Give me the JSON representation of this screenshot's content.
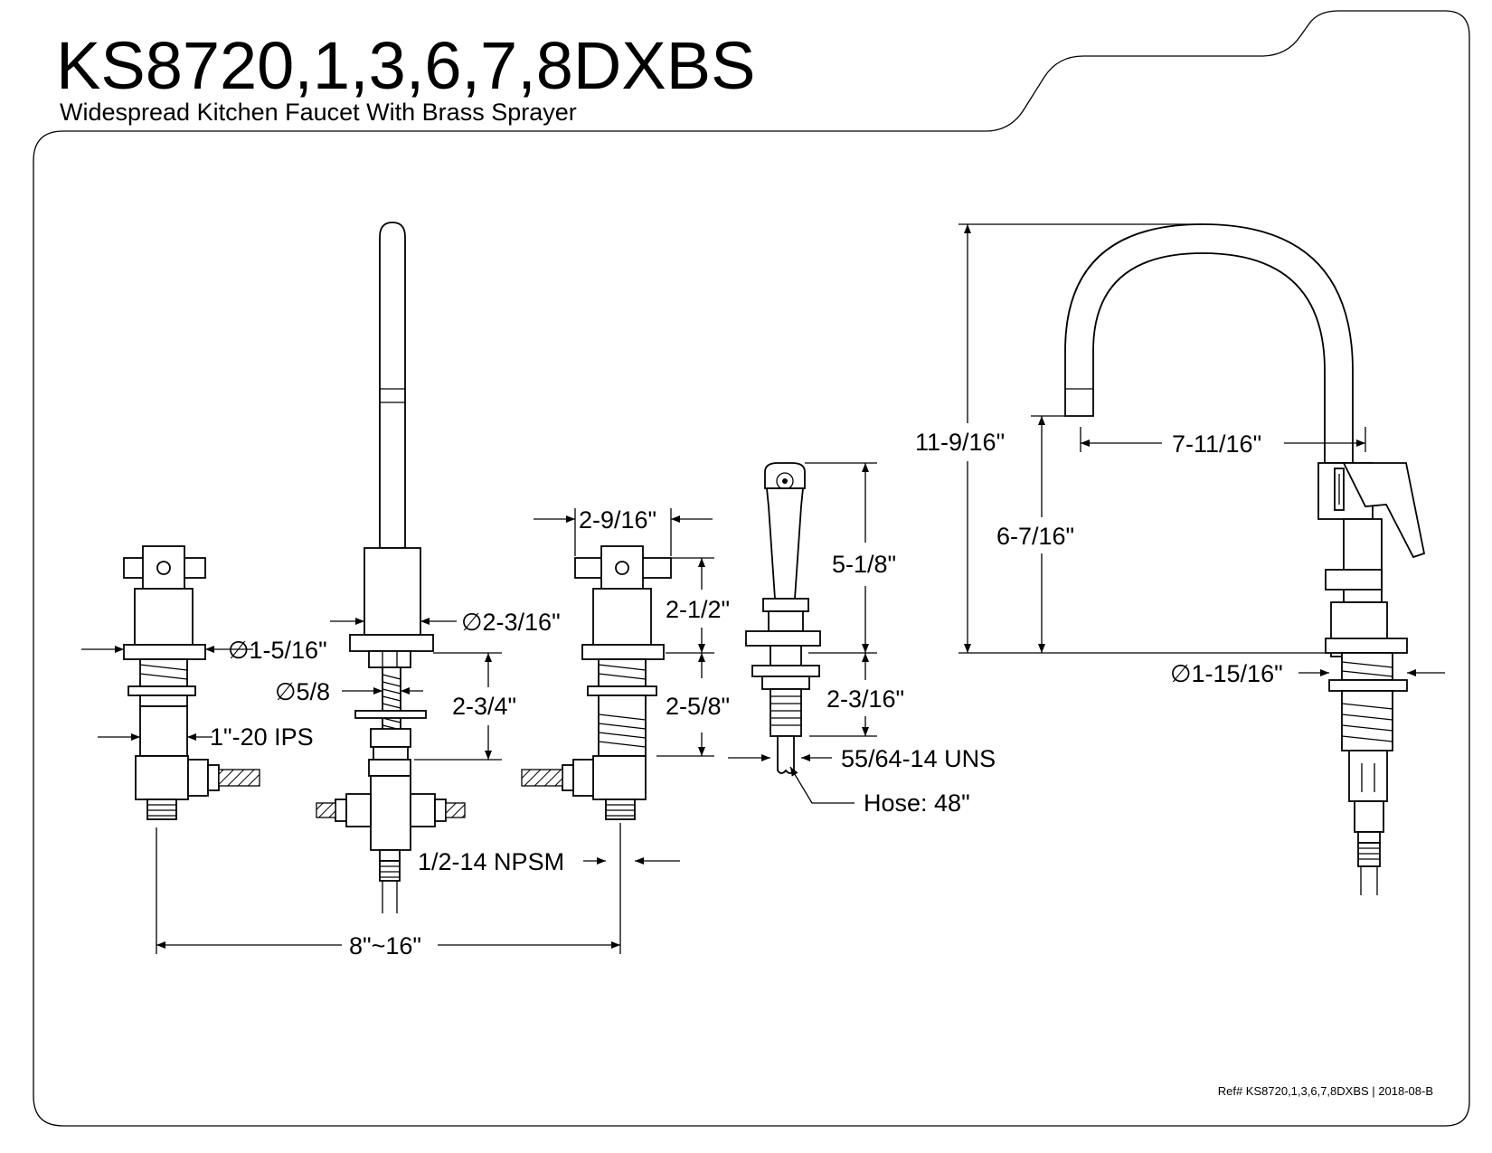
{
  "header": {
    "model": "KS8720,1,3,6,7,8DXBS",
    "description": "Widespread Kitchen Faucet With Brass Sprayer"
  },
  "dimensions": {
    "handle_base_dia": "∅1-5/16\"",
    "handle_thread": "1\"-20 IPS",
    "spout_base_dia": "∅2-3/16\"",
    "spout_shank_dia": "∅5/8",
    "spout_shank_length": "2-3/4\"",
    "supply_thread": "1/2-14 NPSM",
    "center_spread": "8\"~16\"",
    "handle_spread": "2-9/16\"",
    "handle_height": "2-1/2\"",
    "handle_shank_length": "2-5/8\"",
    "sprayer_height": "5-1/8\"",
    "sprayer_shank_length": "2-3/16\"",
    "sprayer_thread": "55/64-14 UNS",
    "hose_length": "Hose: 48\"",
    "overall_height": "11-9/16\"",
    "spout_reach": "7-11/16\"",
    "spout_clearance": "6-7/16\"",
    "side_base_dia": "∅1-15/16\""
  },
  "footer": {
    "reference": "Ref# KS8720,1,3,6,7,8DXBS | 2018-08-B"
  }
}
